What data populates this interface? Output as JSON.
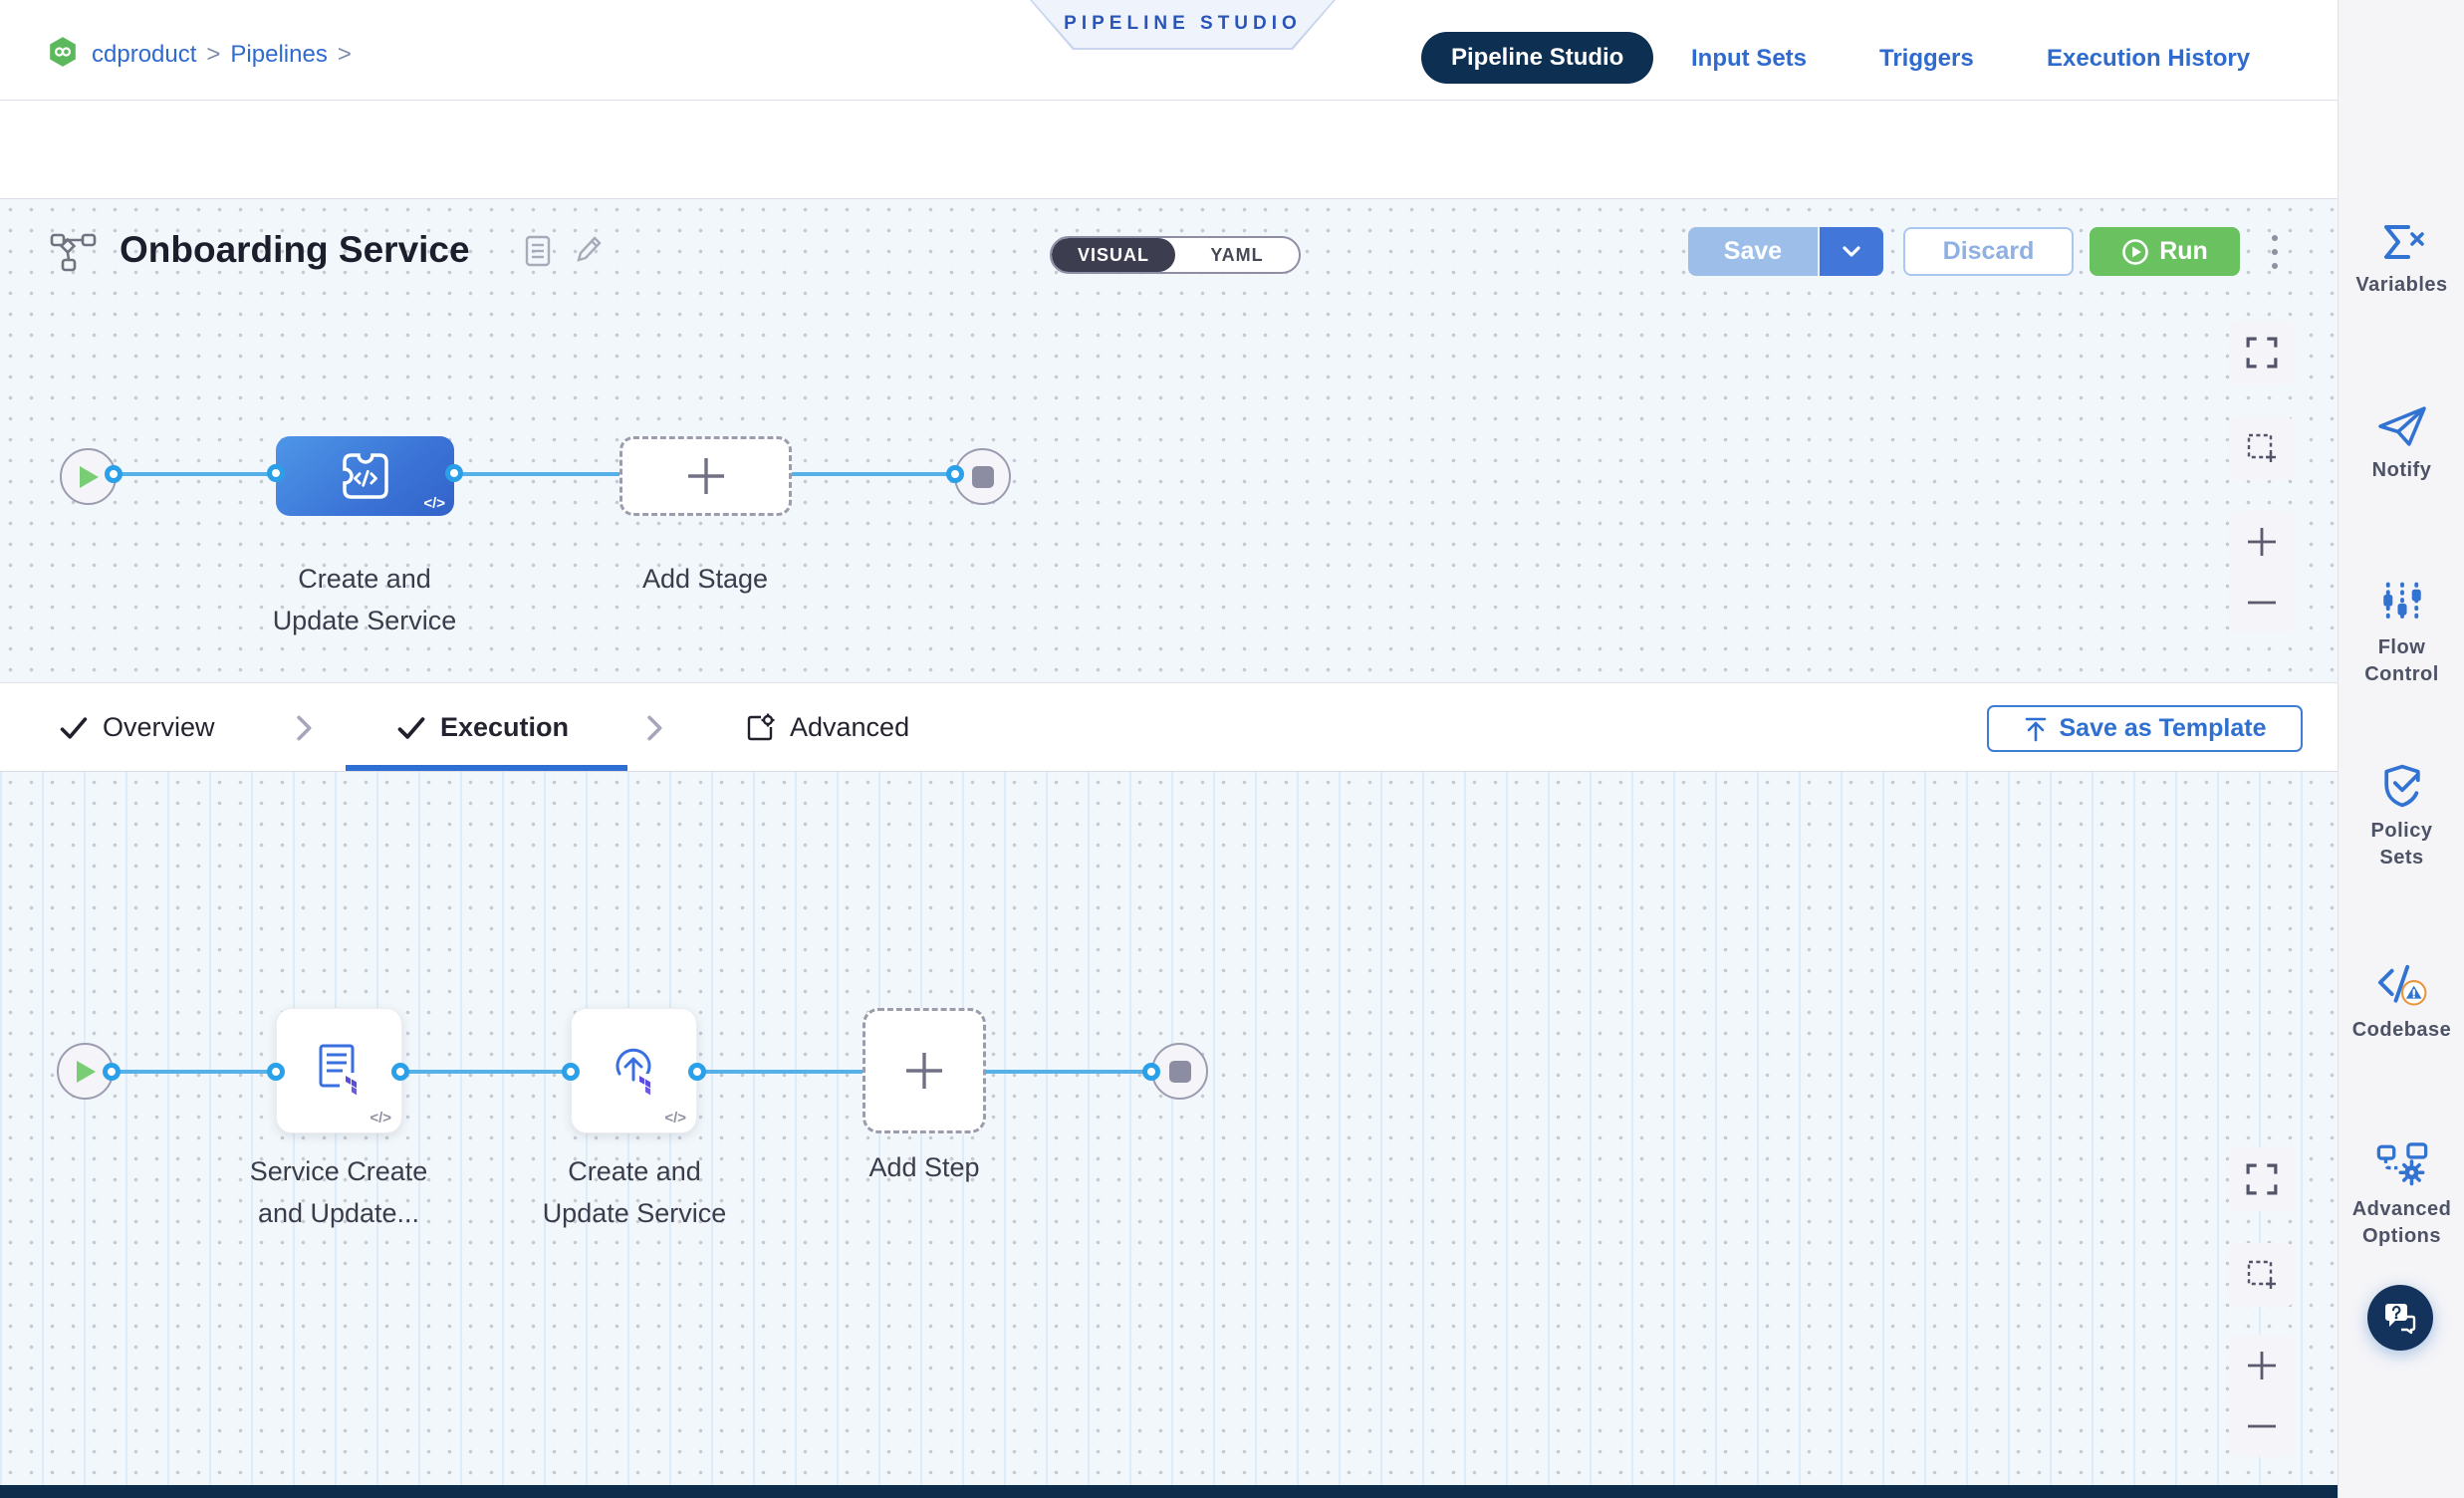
{
  "header": {
    "breadcrumb": {
      "items": [
        "cdproduct",
        "Pipelines"
      ],
      "separator": ">"
    },
    "studio_badge": "PIPELINE STUDIO",
    "nav": {
      "pipeline_studio": "Pipeline Studio",
      "input_sets": "Input Sets",
      "triggers": "Triggers",
      "execution_history": "Execution History"
    }
  },
  "toolbar": {
    "pipeline_title": "Onboarding Service",
    "visual_label": "VISUAL",
    "yaml_label": "YAML",
    "save_label": "Save",
    "discard_label": "Discard",
    "run_label": "Run"
  },
  "stage_canvas": {
    "stage_label_line1": "Create and",
    "stage_label_line2": "Update Service",
    "add_stage_label": "Add Stage",
    "code_badge": "</>"
  },
  "tabbar": {
    "overview": "Overview",
    "execution": "Execution",
    "advanced": "Advanced",
    "save_as_template": "Save as Template"
  },
  "execution_canvas": {
    "step1_label_line1": "Service Create",
    "step1_label_line2": "and Update...",
    "step2_label_line1": "Create and",
    "step2_label_line2": "Update Service",
    "add_step_label": "Add Step",
    "code_badge": "</>"
  },
  "sidebar": {
    "items": [
      {
        "icon": "sigma-variables-icon",
        "label_lines": [
          "Variables"
        ]
      },
      {
        "icon": "paper-plane-icon",
        "label_lines": [
          "Notify"
        ]
      },
      {
        "icon": "sliders-icon",
        "label_lines": [
          "Flow",
          "Control"
        ]
      },
      {
        "icon": "shield-check-icon",
        "label_lines": [
          "Policy",
          "Sets"
        ]
      },
      {
        "icon": "code-warning-icon",
        "label_lines": [
          "Codebase"
        ]
      },
      {
        "icon": "pipeline-gear-icon",
        "label_lines": [
          "Advanced",
          "Options"
        ]
      }
    ]
  },
  "colors": {
    "accent_blue": "#2f6bce",
    "navy_pill": "#0c2f52",
    "run_green": "#69c160",
    "save_light_blue": "#9dbee9",
    "flow_line_blue": "#55b1e8",
    "stage_node_blue": "#3b74d6",
    "terraform_purple": "#5b4ce0",
    "canvas_bg": "#f1f7fa"
  }
}
